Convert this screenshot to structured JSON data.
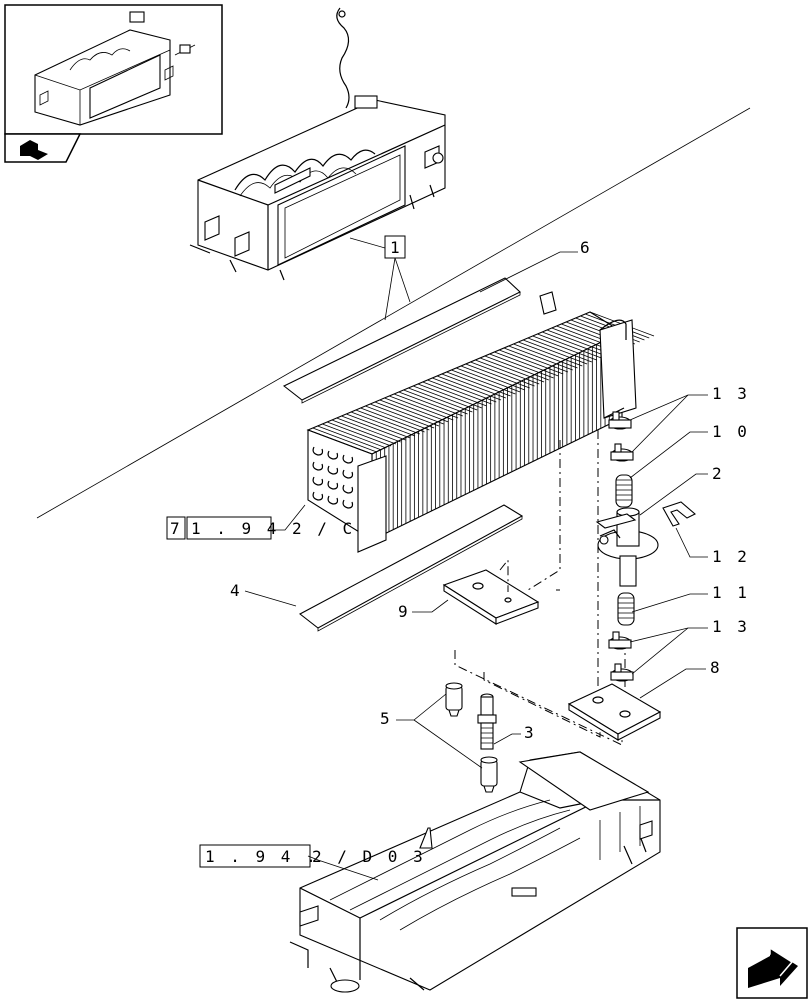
{
  "callouts": {
    "ref_1": "1",
    "item_6": "6",
    "item_13_top": "1 3",
    "item_10": "1 0",
    "item_2": "2",
    "item_12": "1 2",
    "item_11": "1 1",
    "item_13_bottom": "1 3",
    "item_8": "8",
    "item_4": "4",
    "item_9": "9",
    "item_5": "5",
    "item_3": "3"
  },
  "references": {
    "ref_upper_box": "7",
    "ref_upper_code": "1 . 9 4",
    "ref_upper_suffix": "2 / C",
    "ref_lower_code": "1 . 9 4 .",
    "ref_lower_suffix": "2 / D   0 3"
  },
  "icons": {
    "thumbnail": "assembly-thumbnail",
    "back": "back-arrow-icon",
    "next": "next-page-arrow-icon"
  }
}
